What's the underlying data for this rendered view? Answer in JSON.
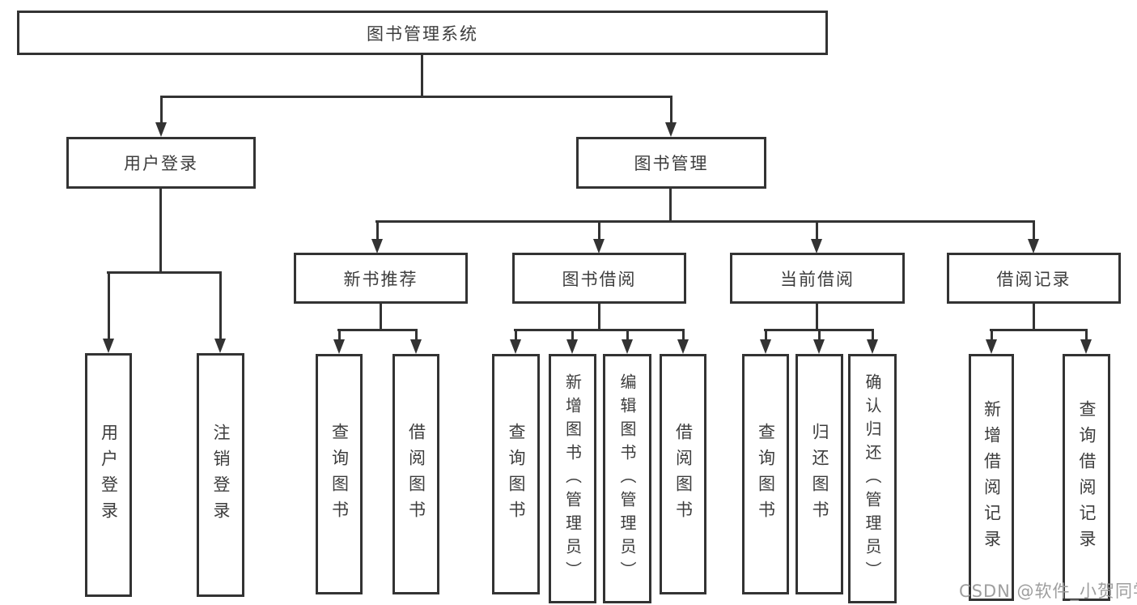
{
  "diagram": {
    "root_label": "图书管理系统",
    "nodes": {
      "user_login": "用户登录",
      "book_management": "图书管理",
      "new_book_recommend": "新书推荐",
      "book_borrow": "图书借阅",
      "current_borrow": "当前借阅",
      "borrow_records": "借阅记录"
    },
    "leaves": {
      "user_login_leaf": "用户登录",
      "logout": "注销登录",
      "nb_query_books": "查询图书",
      "nb_borrow_books": "借阅图书",
      "bw_query_books": "查询图书",
      "bw_add_books": "新增图书（管理员）",
      "bw_edit_books": "编辑图书（管理员）",
      "bw_borrow_books": "借阅图书",
      "cb_query_books": "查询图书",
      "cb_return_books": "归还图书",
      "cb_confirm_return": "确认归还（管理员）",
      "rc_add_record": "新增借阅记录",
      "rc_query_record": "查询借阅记录"
    },
    "watermark": "CSDN @软件_小贺同学",
    "colors": {
      "line": "#333333",
      "text": "#3d3d3d",
      "watermark": "#9e9e9e",
      "background": "#ffffff"
    }
  }
}
